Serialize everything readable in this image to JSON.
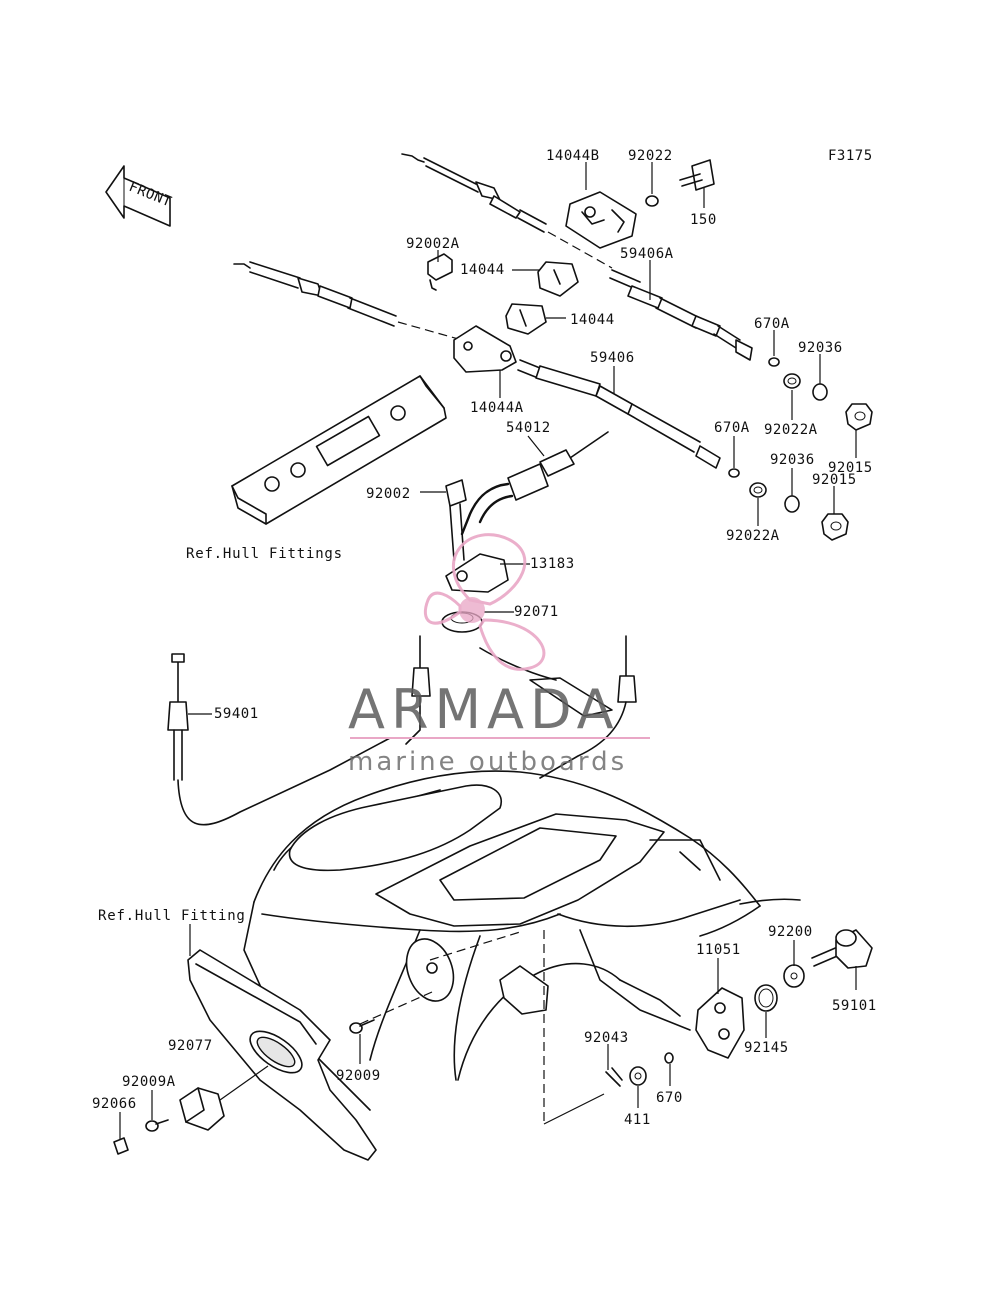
{
  "diagram_code": "F3175",
  "front_arrow": {
    "label": "FRONT",
    "icon": "front-arrow-icon"
  },
  "ref_labels": {
    "hull_fittings": "Ref.Hull Fittings",
    "hull_fitting": "Ref.Hull Fitting"
  },
  "parts": [
    {
      "id": "p14044B",
      "number": "14044B"
    },
    {
      "id": "p92022",
      "number": "92022"
    },
    {
      "id": "p150",
      "number": "150"
    },
    {
      "id": "p92002A",
      "number": "92002A"
    },
    {
      "id": "p14044a",
      "number": "14044"
    },
    {
      "id": "p59406A",
      "number": "59406A"
    },
    {
      "id": "p14044b",
      "number": "14044"
    },
    {
      "id": "p670A_1",
      "number": "670A"
    },
    {
      "id": "p92036_1",
      "number": "92036"
    },
    {
      "id": "p59406",
      "number": "59406"
    },
    {
      "id": "p14044A",
      "number": "14044A"
    },
    {
      "id": "p92022A_1",
      "number": "92022A"
    },
    {
      "id": "p54012",
      "number": "54012"
    },
    {
      "id": "p670A_2",
      "number": "670A"
    },
    {
      "id": "p92015_1",
      "number": "92015"
    },
    {
      "id": "p92036_2",
      "number": "92036"
    },
    {
      "id": "p92015_2",
      "number": "92015"
    },
    {
      "id": "p92002",
      "number": "92002"
    },
    {
      "id": "p92022A_2",
      "number": "92022A"
    },
    {
      "id": "p13183",
      "number": "13183"
    },
    {
      "id": "p92071",
      "number": "92071"
    },
    {
      "id": "p59401",
      "number": "59401"
    },
    {
      "id": "p11051",
      "number": "11051"
    },
    {
      "id": "p92200",
      "number": "92200"
    },
    {
      "id": "p59101",
      "number": "59101"
    },
    {
      "id": "p92077",
      "number": "92077"
    },
    {
      "id": "p92145",
      "number": "92145"
    },
    {
      "id": "p92043",
      "number": "92043"
    },
    {
      "id": "p92009A",
      "number": "92009A"
    },
    {
      "id": "p92009",
      "number": "92009"
    },
    {
      "id": "p92066",
      "number": "92066"
    },
    {
      "id": "p670",
      "number": "670"
    },
    {
      "id": "p411",
      "number": "411"
    }
  ],
  "watermark": {
    "title": "ARMADA",
    "subtitle": "marine outboards",
    "logo": "propeller-logo-icon",
    "accent_color": "#e9a7c6",
    "text_color": "#5c5c5c"
  }
}
